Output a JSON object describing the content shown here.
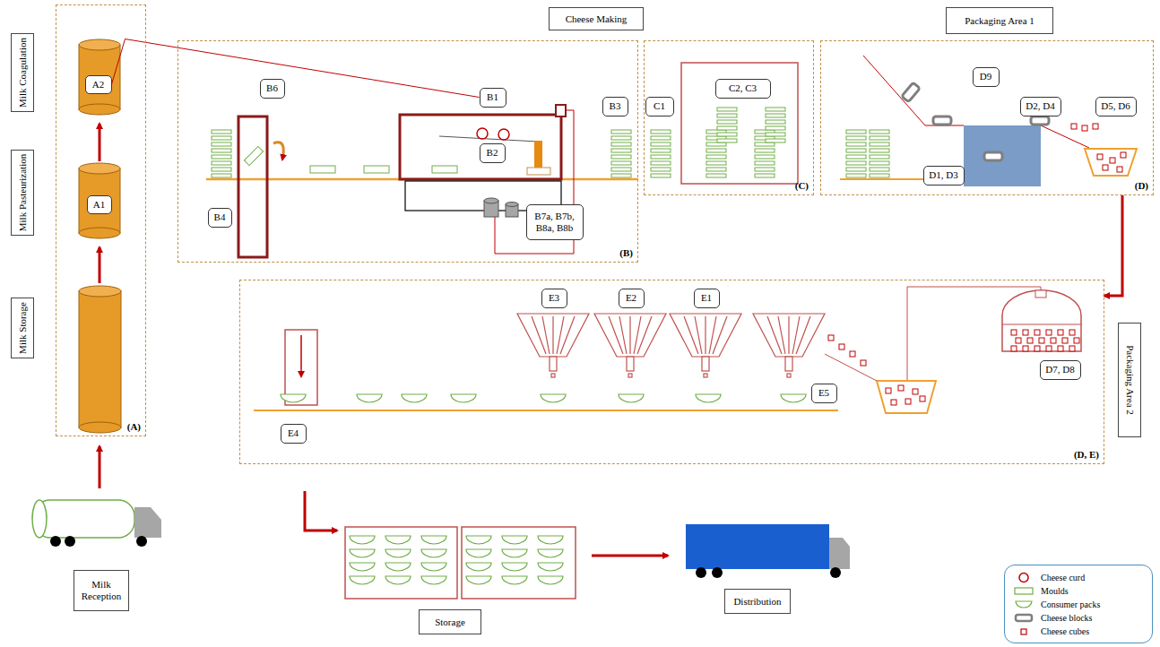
{
  "diagram": {
    "nodes": [
      {
        "text": [
          "(A)"
        ]
      },
      {
        "text": [
          "A2"
        ],
        "in": 0
      },
      {
        "text": [
          "A1"
        ],
        "in": 0
      },
      {
        "text": [
          "Milk Coagulation"
        ]
      },
      {
        "text": [
          "Milk Pasteurization"
        ]
      },
      {
        "text": [
          "Milk Storage"
        ]
      },
      {
        "text": [
          "Milk Reception"
        ]
      },
      {
        "text": [
          "Cheese Making"
        ]
      },
      {
        "text": [
          "(B)"
        ]
      },
      {
        "text": [
          "B1"
        ],
        "in": 8
      },
      {
        "text": [
          "B2"
        ],
        "in": 8
      },
      {
        "text": [
          "B3"
        ],
        "in": 8
      },
      {
        "text": [
          "B4"
        ],
        "in": 8
      },
      {
        "text": [
          "B6"
        ],
        "in": 8
      },
      {
        "text": [
          "B7a, B7b, B8a, B8b"
        ],
        "in": 8
      },
      {
        "text": [
          "(C)"
        ]
      },
      {
        "text": [
          "C1"
        ],
        "in": 15
      },
      {
        "text": [
          "C2, C3"
        ],
        "in": 15
      },
      {
        "text": [
          "Packaging Area 1"
        ]
      },
      {
        "text": [
          "(D)"
        ]
      },
      {
        "text": [
          "D9"
        ],
        "in": 19
      },
      {
        "text": [
          "D1, D3"
        ],
        "in": 19
      },
      {
        "text": [
          "D2, D4"
        ],
        "in": 19
      },
      {
        "text": [
          "D5, D6"
        ],
        "in": 19
      },
      {
        "text": [
          "Packaging Area 2"
        ]
      },
      {
        "text": [
          "(D, E)"
        ]
      },
      {
        "text": [
          "E3"
        ],
        "in": 25
      },
      {
        "text": [
          "E2"
        ],
        "in": 25
      },
      {
        "text": [
          "E1"
        ],
        "in": 25
      },
      {
        "text": [
          "E5"
        ],
        "in": 25
      },
      {
        "text": [
          "E4"
        ],
        "in": 25
      },
      {
        "text": [
          "D7, D8"
        ],
        "in": 25
      },
      {
        "text": [
          "Storage"
        ]
      },
      {
        "text": [
          "Distribution"
        ]
      }
    ],
    "edges": [
      {
        "from": 1,
        "to": 9,
        "arrow": "none"
      },
      {
        "from": 19,
        "to": 25,
        "arrow": "to"
      }
    ],
    "legend": [
      {
        "text": "Cheese curd"
      },
      {
        "text": "Moulds"
      },
      {
        "text": "Consumer packs"
      },
      {
        "text": "Cheese blocks"
      },
      {
        "text": "Cheese cubes"
      }
    ]
  }
}
